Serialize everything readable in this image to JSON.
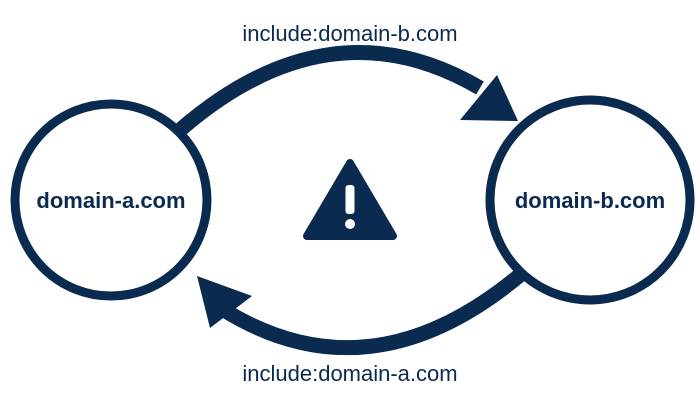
{
  "colors": {
    "primary": "#0b2a4f",
    "background": "#ffffff",
    "warning_mark": "#ffffff"
  },
  "nodes": {
    "left": {
      "label": "domain-a.com"
    },
    "right": {
      "label": "domain-b.com"
    }
  },
  "edges": {
    "top": {
      "label": "include:domain-b.com",
      "from": "domain-a.com",
      "to": "domain-b.com"
    },
    "bottom": {
      "label": "include:domain-a.com",
      "from": "domain-b.com",
      "to": "domain-a.com"
    }
  },
  "warning": {
    "icon": "warning-triangle-icon"
  }
}
